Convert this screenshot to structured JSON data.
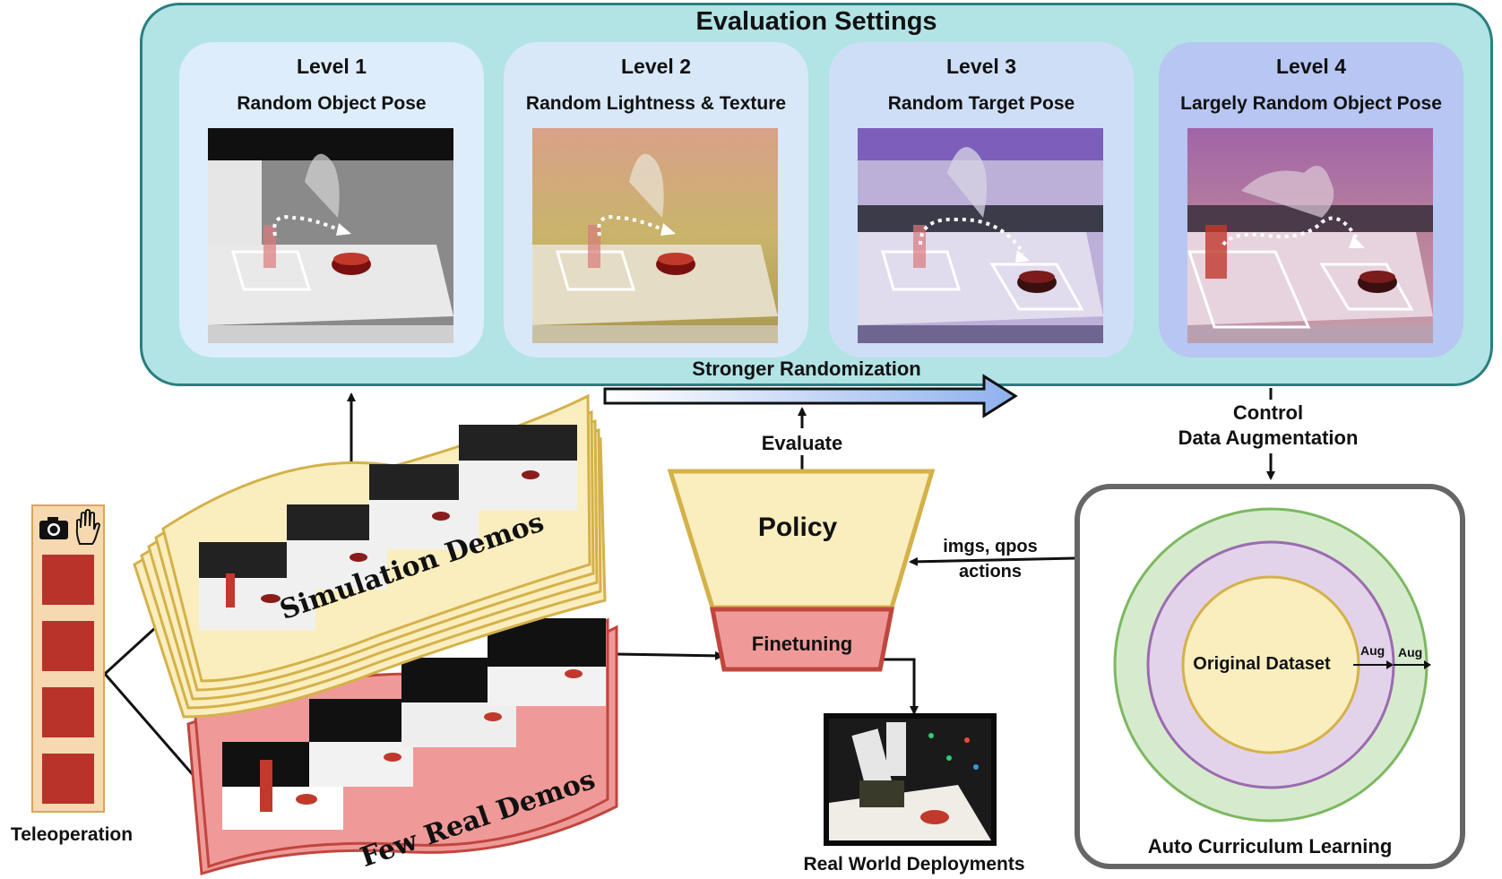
{
  "evaluation_settings": {
    "title": "Evaluation Settings",
    "levels": [
      {
        "label": "Level 1",
        "subtitle": "Random Object Pose"
      },
      {
        "label": "Level 2",
        "subtitle": "Random Lightness & Texture"
      },
      {
        "label": "Level 3",
        "subtitle": "Random Target Pose"
      },
      {
        "label": "Level 4",
        "subtitle": "Largely Random Object Pose"
      }
    ],
    "randomization_label": "Stronger Randomization"
  },
  "teleoperation": {
    "label": "Teleoperation",
    "icons": [
      "camera-icon",
      "hand-icon"
    ]
  },
  "demos": {
    "simulation_label": "Simulation Demos",
    "real_label": "Few Real Demos"
  },
  "policy": {
    "label": "Policy",
    "finetuning_label": "Finetuning",
    "evaluate_label": "Evaluate"
  },
  "io": {
    "line1": "imgs, qpos",
    "line2": "actions"
  },
  "control": {
    "line1": "Control",
    "line2": "Data Augmentation"
  },
  "real_world": {
    "label": "Real World Deployments"
  },
  "curriculum": {
    "label": "Auto Curriculum Learning",
    "original_label": "Original Dataset",
    "aug_label": "Aug"
  },
  "colors": {
    "panel_fill": "#b2e3e5",
    "panel_border": "#2a7f7f",
    "sim_fill": "#fbeebe",
    "sim_border": "#d4b14a",
    "real_fill": "#ef9a98",
    "real_border": "#c0463e",
    "ring_outer": "#d6ebcd",
    "ring_middle": "#e3d3ea",
    "ring_inner": "#fbeebe"
  }
}
